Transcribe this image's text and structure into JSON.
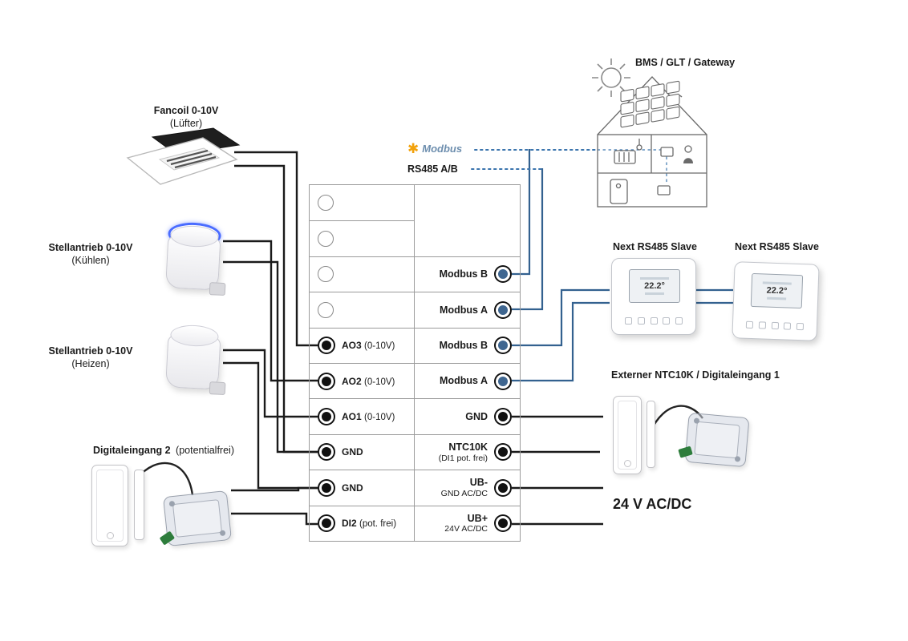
{
  "labels": {
    "bms": "BMS / GLT / Gateway",
    "modbus": "Modbus",
    "rs485": "RS485 A/B",
    "fancoil_title": "Fancoil 0-10V",
    "fancoil_sub": "(Lüfter)",
    "cool_title": "Stellantrieb 0-10V",
    "cool_sub": "(Kühlen)",
    "heat_title": "Stellantrieb 0-10V",
    "heat_sub": "(Heizen)",
    "di2_bold": "Digitaleingang 2",
    "di2_rest": "(potentialfrei)",
    "slave1": "Next RS485 Slave",
    "slave2": "Next RS485 Slave",
    "ntc_ext": "Externer NTC10K / Digitaleingang 1",
    "psu": "24 V AC/DC"
  },
  "terminal_block": {
    "left_rows": [
      {
        "name": "AO3",
        "detail": "(0-10V)"
      },
      {
        "name": "AO2",
        "detail": "(0-10V)"
      },
      {
        "name": "AO1",
        "detail": "(0-10V)"
      },
      {
        "name": "GND",
        "detail": ""
      },
      {
        "name": "GND",
        "detail": ""
      },
      {
        "name": "DI2",
        "detail": "(pot. frei)"
      }
    ],
    "right_rows": [
      {
        "line1": "Modbus B",
        "line2": ""
      },
      {
        "line1": "Modbus A",
        "line2": ""
      },
      {
        "line1": "Modbus B",
        "line2": ""
      },
      {
        "line1": "Modbus A",
        "line2": ""
      },
      {
        "line1": "GND",
        "line2": ""
      },
      {
        "line1": "NTC10K",
        "line2": "(DI1 pot. frei)"
      },
      {
        "line1": "UB-",
        "line2": "GND AC/DC"
      },
      {
        "line1": "UB+",
        "line2": "24V AC/DC"
      }
    ]
  },
  "devices": {
    "thermostat_temp": "22.2°"
  },
  "icons": {
    "modbus_gear": "✱"
  },
  "colors": {
    "wire_black": "#1a1a1a",
    "wire_blue": "#33618f",
    "dotted_blue": "#3a74ad",
    "modbus_yellow": "#f2a20c",
    "terminal_blue": "#3f6690",
    "actuator_ring_blue": "#4a6cff",
    "grid_gray": "#9b9b9b"
  }
}
